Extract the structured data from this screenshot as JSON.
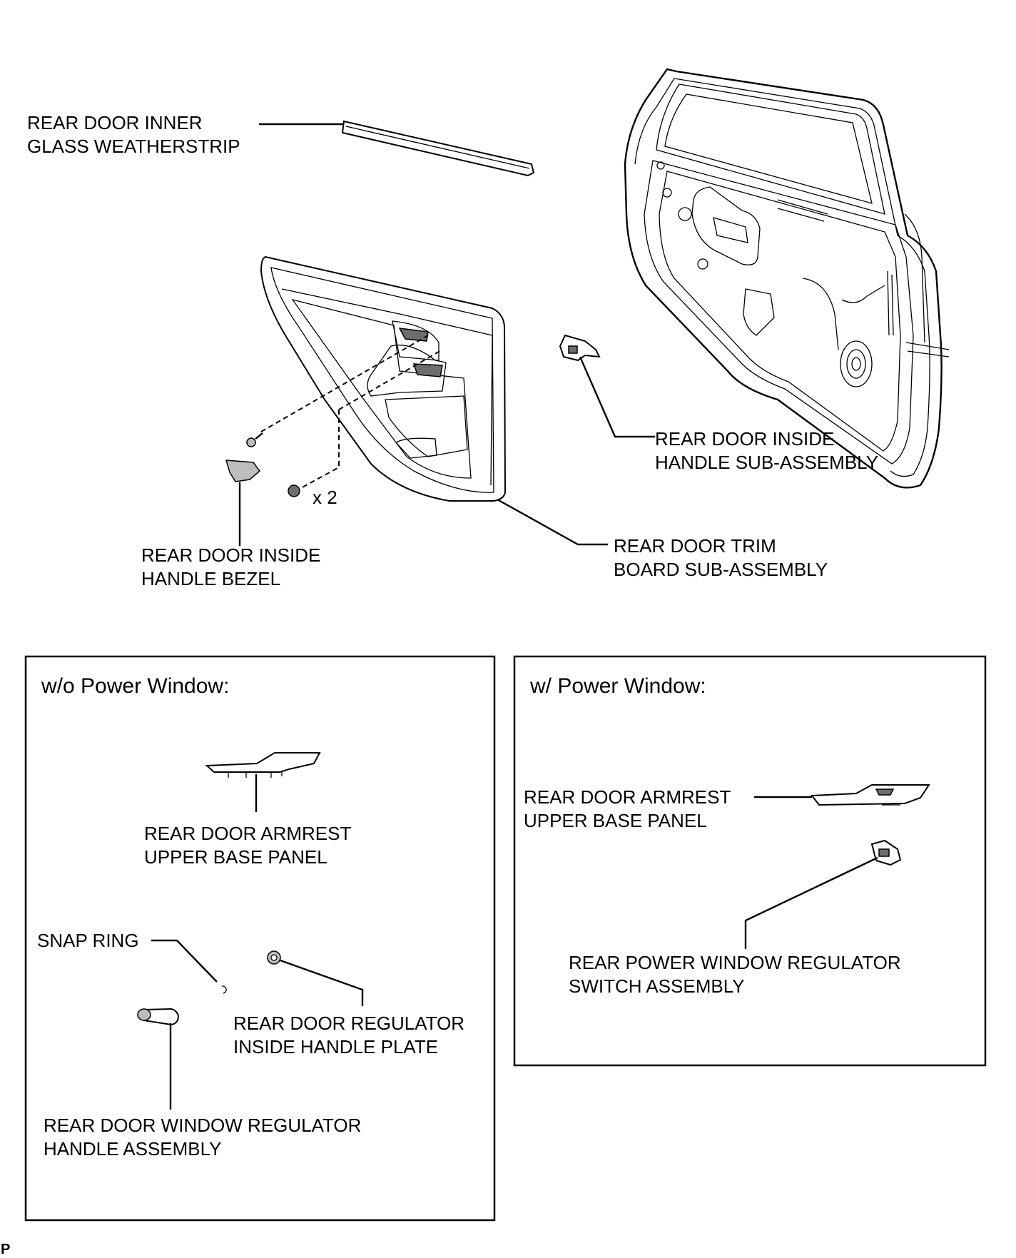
{
  "labels": {
    "weatherstrip": [
      "REAR DOOR INNER",
      "GLASS WEATHERSTRIP"
    ],
    "inside_handle": [
      "REAR DOOR INSIDE",
      "HANDLE SUB-ASSEMBLY"
    ],
    "bezel": [
      "REAR DOOR INSIDE",
      "HANDLE BEZEL"
    ],
    "trim_board": [
      "REAR DOOR TRIM",
      "BOARD SUB-ASSEMBLY"
    ],
    "screw_count": "x 2"
  },
  "panel_left": {
    "title": "w/o Power Window:",
    "armrest": [
      "REAR DOOR ARMREST",
      "UPPER BASE PANEL"
    ],
    "snap_ring": "SNAP RING",
    "handle_plate": [
      "REAR DOOR REGULATOR",
      "INSIDE HANDLE PLATE"
    ],
    "regulator_handle": [
      "REAR DOOR WINDOW REGULATOR",
      "HANDLE ASSEMBLY"
    ]
  },
  "panel_right": {
    "title": "w/ Power Window:",
    "armrest": [
      "REAR DOOR ARMREST",
      "UPPER BASE PANEL"
    ],
    "switch": [
      "REAR POWER WINDOW REGULATOR",
      "SWITCH ASSEMBLY"
    ]
  },
  "code": "P"
}
